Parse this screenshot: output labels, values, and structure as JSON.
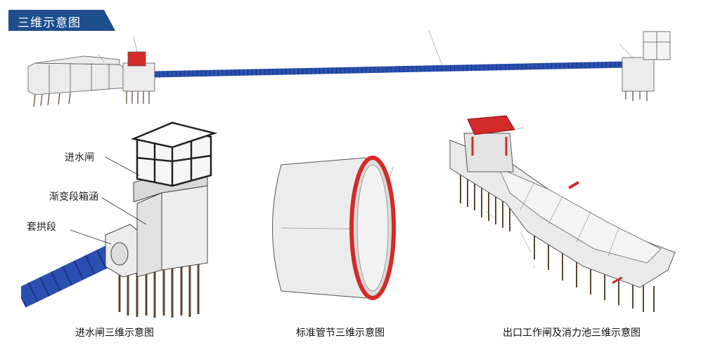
{
  "header": {
    "title": "三维示意图",
    "accent_color": "#1f4e8c"
  },
  "captions": {
    "intake": "进水闸三维示意图",
    "pipe": "标准管节三维示意图",
    "outlet": "出口工作闸及消力池三维示意图"
  },
  "callouts": {
    "intake_gate": "进水闸",
    "transition_culvert": "渐变段箱涵",
    "sleeve_segment": "套拱段"
  },
  "colors": {
    "pipe_blue": "#2a4fb0",
    "gate_red": "#d42a2a",
    "concrete": "#e8e8e8",
    "outline": "#555555"
  }
}
